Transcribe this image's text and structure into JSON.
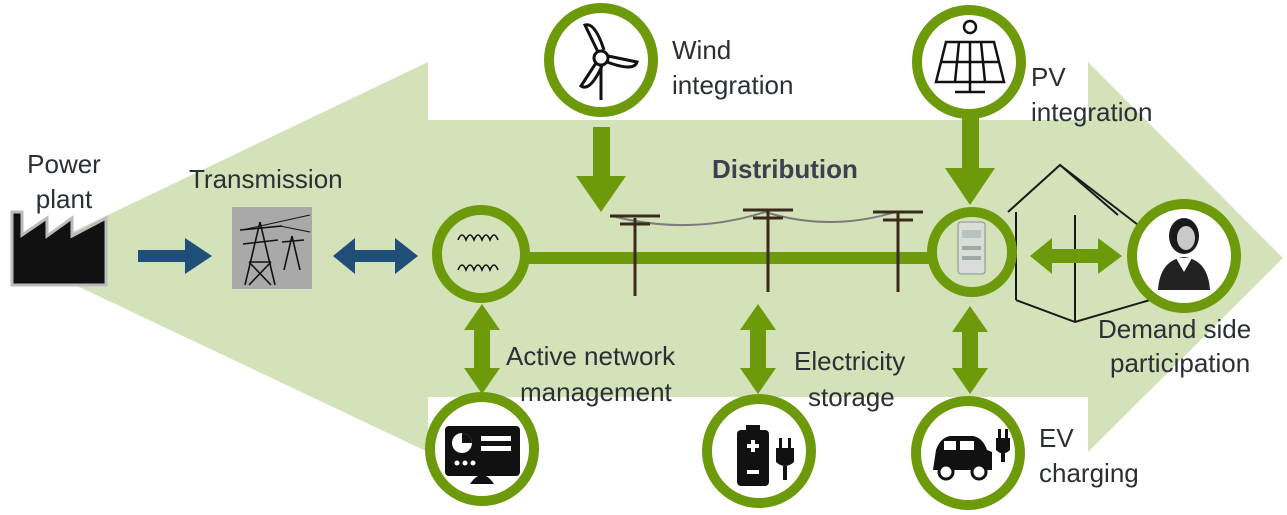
{
  "title": "Distribution",
  "labels": {
    "power_plant": [
      "Power",
      "plant"
    ],
    "transmission": "Transmission",
    "wind": [
      "Wind",
      "integration"
    ],
    "pv": [
      "PV",
      "integration"
    ],
    "active_network": [
      "Active network",
      "management"
    ],
    "storage": [
      "Electricity",
      "storage"
    ],
    "ev": [
      "EV",
      "charging"
    ],
    "demand": [
      "Demand side",
      "participation"
    ]
  },
  "icons": {
    "power_plant": "factory-icon",
    "transmission": "transmission-tower-icon",
    "substation": "transformer-coils-icon",
    "wind": "wind-turbine-icon",
    "pv": "solar-panel-icon",
    "meter": "smart-meter-icon",
    "demand": "person-icon",
    "active_network": "dashboard-icon",
    "storage": "battery-plug-icon",
    "ev": "electric-car-icon"
  },
  "colors": {
    "background_arrow": "#d3e2b8",
    "accent_green": "#6c9a0b",
    "arrow_blue": "#1f4e79",
    "icon_dark": "#111111"
  }
}
